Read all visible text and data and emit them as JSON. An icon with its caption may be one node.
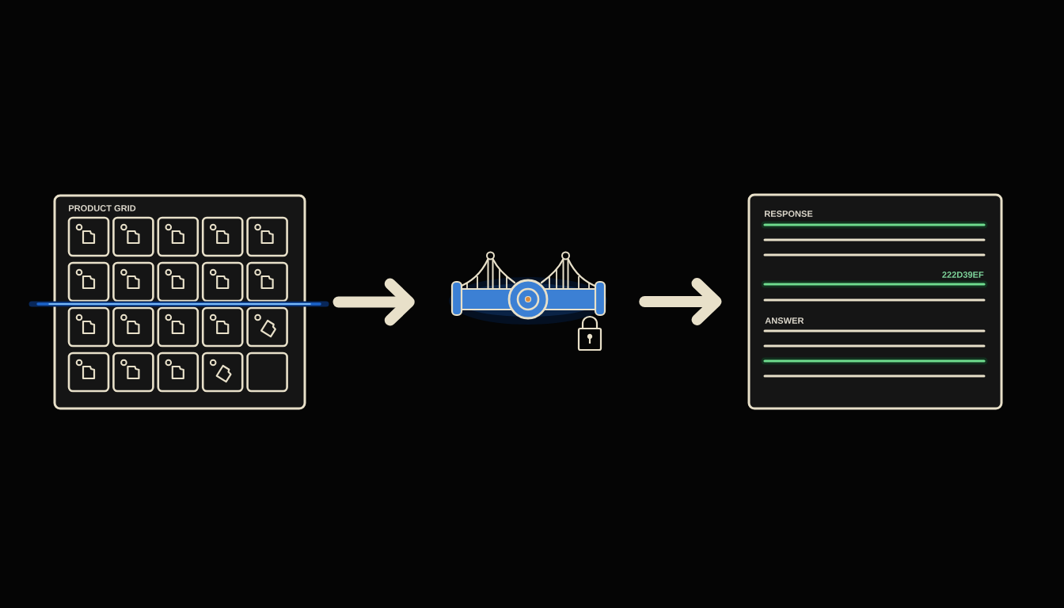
{
  "diagram": {
    "nodes": [
      {
        "text": [
          "PRODUCT GRID"
        ]
      },
      {
        "text": [],
        "shape": "picture"
      },
      {
        "text": [
          "RESPONSE",
          "222D39EF",
          "ANSWER"
        ]
      }
    ],
    "edges": [
      {
        "from": 0,
        "to": 1,
        "arrow": "to"
      },
      {
        "from": 1,
        "to": 2,
        "arrow": "to"
      }
    ]
  }
}
